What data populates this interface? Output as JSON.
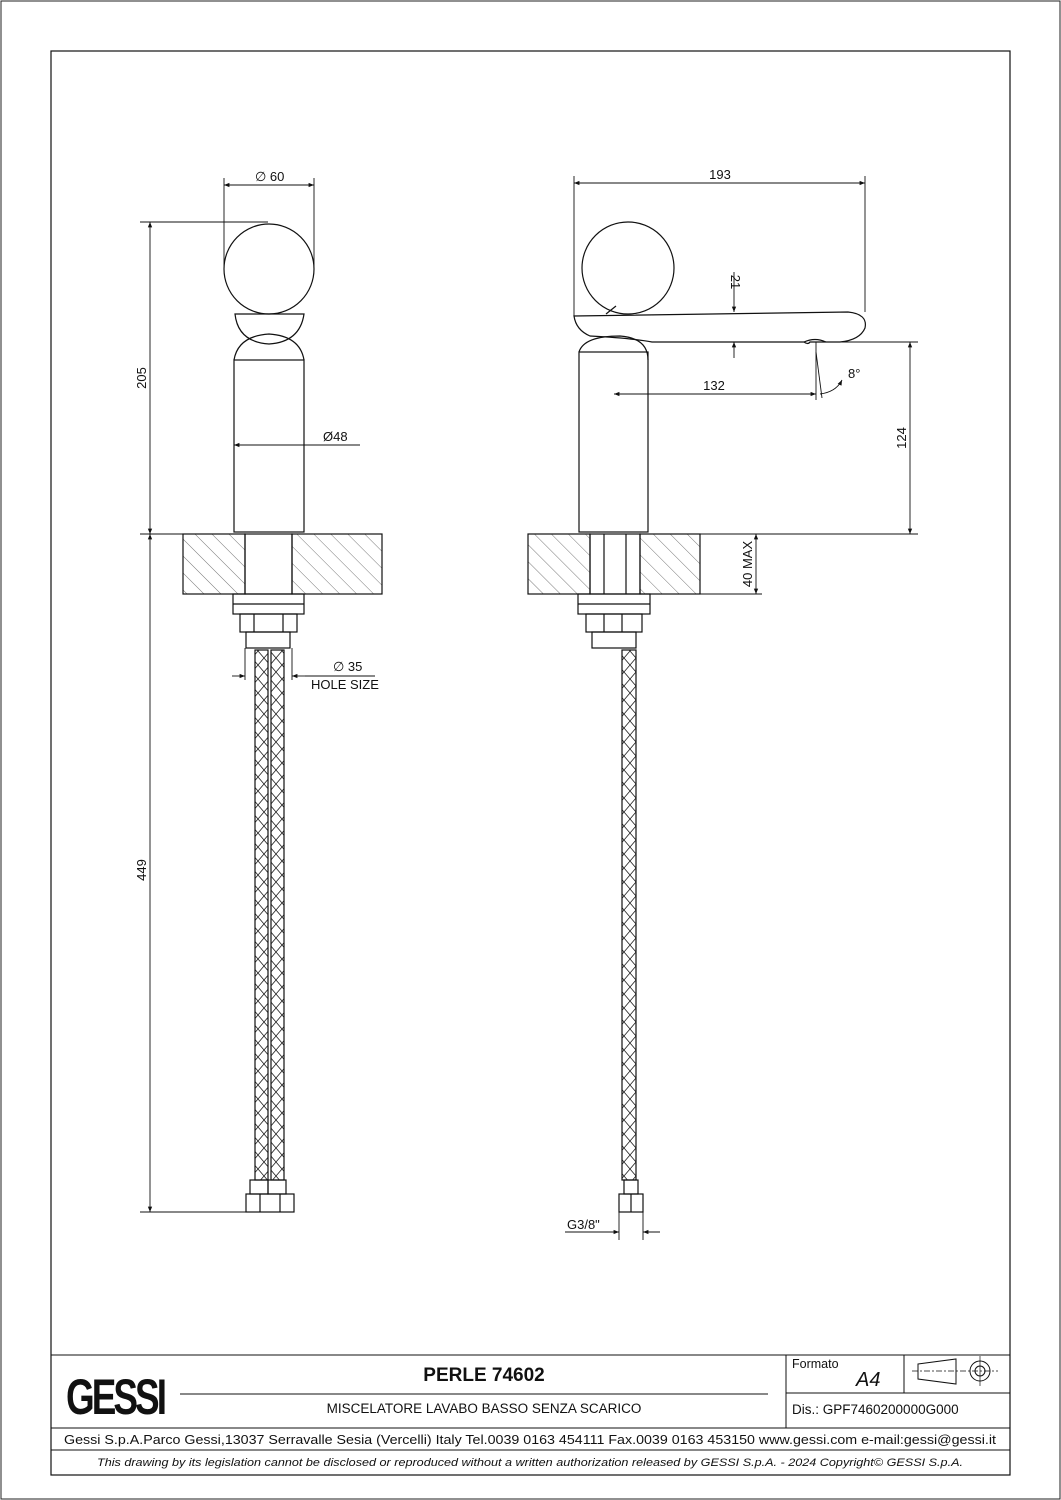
{
  "product": {
    "title": "PERLE 74602",
    "subtitle": "MISCELATORE LAVABO BASSO SENZA SCARICO",
    "format_label": "Formato",
    "format_value": "A4",
    "drawing_code": "Dis.: GPF7460200000G000"
  },
  "brand": {
    "logo_text": "GESSI"
  },
  "company": {
    "address_line": "Gessi S.p.A.Parco Gessi,13037 Serravalle Sesia (Vercelli) Italy Tel.0039 0163 454111 Fax.0039 0163 453150 www.gessi.com e-mail:gessi@gessi.it",
    "copyright_note": "This drawing by its legislation cannot be disclosed or reproduced without a written authorization released by GESSI S.p.A. - 2024 Copyright© GESSI S.p.A."
  },
  "dimensions": {
    "front_handle_diameter": "∅ 60",
    "front_body_diameter": "Ø48",
    "front_height": "205",
    "front_hose_length": "449",
    "hole_size_value": "∅ 35",
    "hole_size_label": "HOLE SIZE",
    "side_length": "193",
    "side_spout_offset": "21",
    "side_reach": "132",
    "side_angle": "8°",
    "side_height": "124",
    "side_deck_max": "40 MAX",
    "side_thread": "G3/8\""
  },
  "colors": {
    "line": "#111111",
    "background": "#ffffff"
  }
}
